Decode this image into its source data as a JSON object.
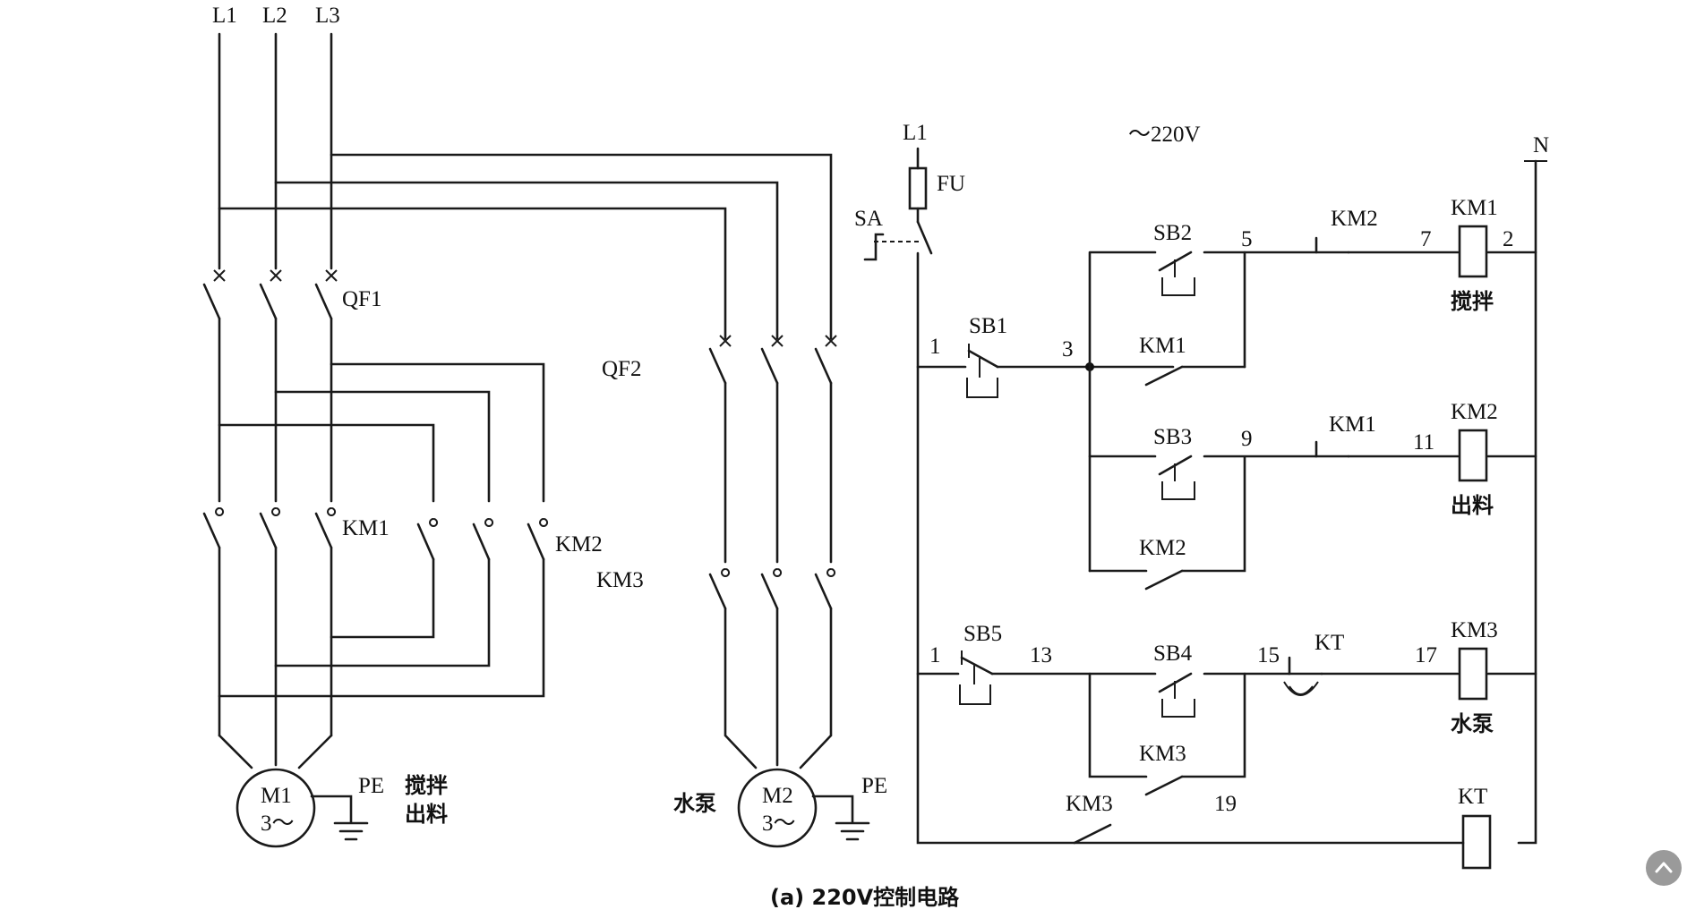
{
  "labels": {
    "l1": "L1",
    "l2": "L2",
    "l3": "L3",
    "qf1": "QF1",
    "qf2": "QF2",
    "km1_power": "KM1",
    "km2_power": "KM2",
    "km3_power": "KM3",
    "m1_line1": "M1",
    "m1_line2": "3～",
    "m2_line1": "M2",
    "m2_line2": "3～",
    "pe1": "PE",
    "pe2": "PE",
    "m1_note_1": "搅拌",
    "m1_note_2": "出料",
    "m2_note": "水泵",
    "ctrl_l1": "L1",
    "fu": "FU",
    "sa": "SA",
    "voltage": "～220V",
    "neutral": "N",
    "sb1": "SB1",
    "sb2": "SB2",
    "sb3": "SB3",
    "sb4": "SB4",
    "sb5": "SB5",
    "km1_aux": "KM1",
    "km2_aux": "KM2",
    "km3_aux": "KM3",
    "km2_nc": "KM2",
    "km1_nc": "KM1",
    "km3_nc": "KM3",
    "kt_contact": "KT",
    "coil_km1": "KM1",
    "coil_km2": "KM2",
    "coil_km3": "KM3",
    "coil_kt": "KT",
    "coil_km1_note": "搅拌",
    "coil_km2_note": "出料",
    "coil_km3_note": "水泵",
    "node_1a": "1",
    "node_1b": "1",
    "node_2": "2",
    "node_3": "3",
    "node_5": "5",
    "node_7": "7",
    "node_9": "9",
    "node_11": "11",
    "node_13": "13",
    "node_15": "15",
    "node_17": "17",
    "node_19": "19"
  },
  "caption": "(a) 220V控制电路",
  "icons": {
    "scroll_top": "chevron-up-icon"
  }
}
